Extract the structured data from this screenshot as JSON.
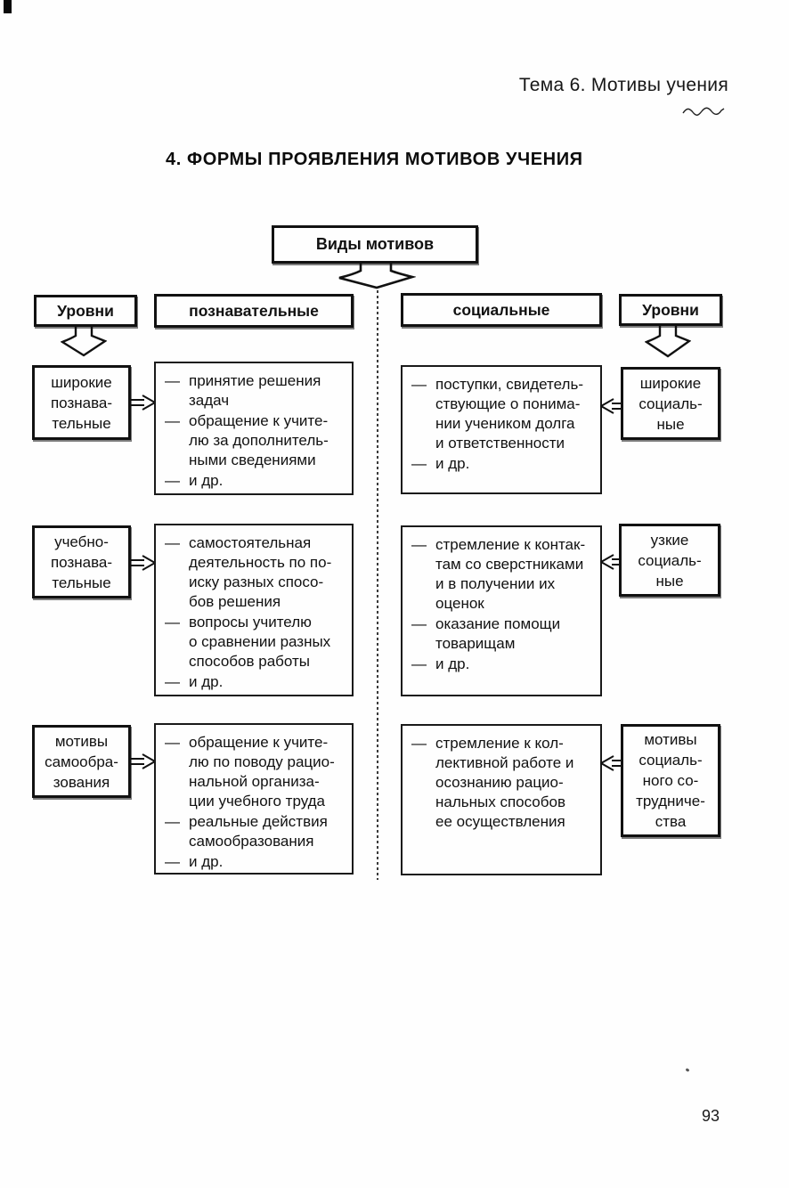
{
  "page": {
    "running_header": "Тема 6. Мотивы учения",
    "section_title": "4. ФОРМЫ ПРОЯВЛЕНИЯ МОТИВОВ УЧЕНИЯ",
    "page_number": "93",
    "bullet": "—"
  },
  "colors": {
    "ink": "#111111",
    "paper": "#fefefe"
  },
  "diagram": {
    "root_label": "Виды мотивов",
    "left_levels_header": "Уровни",
    "left_type_header": "познавательные",
    "right_type_header": "социальные",
    "right_levels_header": "Уровни",
    "left_rows": [
      {
        "level": "широкие\nпознава-\nтельные",
        "items": [
          "принятие решения\nзадач",
          "обращение к учите-\nлю за дополнитель-\nными сведениями",
          "и др."
        ]
      },
      {
        "level": "учебно-\nпознава-\nтельные",
        "items": [
          "самостоятельная\nдеятельность по по-\nиску разных спосо-\nбов решения",
          "вопросы учителю\nо сравнении разных\nспособов работы",
          "и др."
        ]
      },
      {
        "level": "мотивы\nсамообра-\nзования",
        "items": [
          "обращение к учите-\nлю по поводу рацио-\nнальной организа-\nции учебного труда",
          "реальные действия\nсамообразования",
          "и др."
        ]
      }
    ],
    "right_rows": [
      {
        "level": "широкие\nсоциаль-\nные",
        "items": [
          "поступки, свидетель-\nствующие о понима-\nнии учеником долга\nи ответственности",
          "и др."
        ]
      },
      {
        "level": "узкие\nсоциаль-\nные",
        "items": [
          "стремление к контак-\nтам со сверстниками\nи в получении их\nоценок",
          "оказание помощи\nтоварищам",
          "и др."
        ]
      },
      {
        "level": "мотивы\nсоциаль-\nного со-\nтрудниче-\nства",
        "items": [
          "стремление к кол-\nлективной работе и\nосознанию рацио-\nнальных способов\nее осуществления"
        ]
      }
    ]
  }
}
